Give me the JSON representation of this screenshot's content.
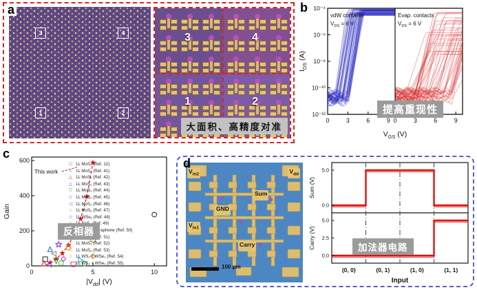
{
  "panels": {
    "a": {
      "letter": "a",
      "array_regions": [
        "3",
        "4",
        "1",
        "2"
      ],
      "zoom_regions": [
        "3",
        "4",
        "1",
        "2"
      ],
      "caption": "大面积、高精度对准"
    },
    "b": {
      "letter": "b",
      "overlay": "提高重现性"
    },
    "c": {
      "letter": "c",
      "overlay": "反相器"
    },
    "d": {
      "letter": "d",
      "overlay": "加法器电路",
      "chip": {
        "labels": [
          {
            "base": "V",
            "sub": "in2"
          },
          {
            "base": "V",
            "sub": "dd"
          },
          {
            "base": "Sum",
            "sub": ""
          },
          {
            "base": "GND",
            "sub": ""
          },
          {
            "base": "V",
            "sub": "in1"
          },
          {
            "base": "Carry",
            "sub": ""
          }
        ],
        "scale_bar": "100 μm"
      }
    }
  },
  "chart_data": [
    {
      "id": "transfer-characteristics",
      "type": "line",
      "xlabel": {
        "base": "V",
        "sub": "GS",
        "rest": " (V)"
      },
      "ylabel": {
        "base": "I",
        "sub": "DS",
        "rest": " (A)"
      },
      "x_range": [
        0,
        10
      ],
      "y_log_range": [
        -12,
        -4
      ],
      "ytick_exponents": [
        -4,
        -6,
        -8,
        -10,
        -12
      ],
      "ytick_labels": [
        "10⁻⁴",
        "10⁻⁶",
        "10⁻⁸",
        "10⁻¹⁰",
        "10⁻¹²"
      ],
      "curves_note": "Dense families of overlapping MoS2 transistor transfer curves; vdW contacts are tightly clustered (high reproducibility), evaporated contacts widely spread",
      "subpanels": [
        {
          "title": "vdW contacts",
          "annotation": {
            "base": "V",
            "sub": "DS",
            "rest": " = 6 V"
          },
          "color": "#1f1fbe",
          "xticks": [
            0,
            3,
            6,
            9
          ],
          "num_curves": 50,
          "vth_min": 1.0,
          "vth_max": 3.4,
          "slope_min": 2.6,
          "slope_max": 3.8,
          "on_min": -4.55,
          "on_max": -4.05,
          "off_min": -11.2,
          "off_max": -10.3
        },
        {
          "title": "Evap. contacts",
          "annotation": {
            "base": "V",
            "sub": "DS",
            "rest": " = 6 V"
          },
          "color": "#d93030",
          "xticks": [
            0,
            3,
            6,
            9
          ],
          "num_curves": 48,
          "vth_min": 1.6,
          "vth_max": 8.6,
          "slope_min": 0.9,
          "slope_max": 2.5,
          "on_min": -7.5,
          "on_max": -4.1,
          "off_min": -11.2,
          "off_max": -10.2
        }
      ]
    },
    {
      "id": "inverter-gain-comparison",
      "type": "scatter",
      "xlabel": {
        "base": "|V",
        "sub": "dd",
        "rest": "| (V)"
      },
      "ylabel": "Gain",
      "xlim": [
        0,
        11
      ],
      "xticks": [
        0,
        5,
        10
      ],
      "ylim": [
        0,
        600
      ],
      "yticks": [
        0,
        200,
        400,
        600
      ],
      "this_work": {
        "label": "This work",
        "color": "#e01020",
        "marker": "star",
        "points": [
          [
            1.5,
            18
          ],
          [
            2,
            40
          ],
          [
            2.5,
            72
          ],
          [
            3,
            118
          ],
          [
            3.5,
            185
          ],
          [
            4,
            268
          ],
          [
            4.5,
            395
          ],
          [
            5,
            588
          ]
        ]
      },
      "references": [
        {
          "label": "1L MoS₂ (Ref. 12)",
          "marker": "square",
          "color": "#333333",
          "point": [
            1.1,
            38
          ]
        },
        {
          "label": "1L MoS₂ (Ref. 41)",
          "marker": "circle",
          "color": "#333333",
          "point": [
            10,
            292
          ]
        },
        {
          "label": "1L MoS₂ (Ref. 42)",
          "marker": "triangle-up",
          "color": "#e03030",
          "point": [
            1.0,
            14
          ]
        },
        {
          "label": "1L MoS₂ (Ref. 43)",
          "marker": "triangle-up",
          "color": "#2b6fd4",
          "point": [
            1.5,
            95
          ]
        },
        {
          "label": "1L MoS₂ (Ref. 44)",
          "marker": "triangle-down",
          "color": "#2ca02c",
          "point": [
            2.0,
            27
          ]
        },
        {
          "label": "1L MoS₂ (Ref. 45)",
          "marker": "diamond",
          "color": "#cc3fcc",
          "point": [
            2.6,
            40
          ]
        },
        {
          "label": "1L MoS₂ (Ref. 46)",
          "marker": "triangle-left",
          "color": "#7a52c7",
          "point": [
            1.4,
            8
          ]
        },
        {
          "label": "1L MoS₂ (Ref. 47)",
          "marker": "circle",
          "color": "#e08a00",
          "point": [
            3.0,
            104
          ]
        },
        {
          "label": "1L WSe₂ (Ref. 48)",
          "marker": "star",
          "color": "#8a2be2",
          "point": [
            2.2,
            122
          ]
        },
        {
          "label": "1L SnS₂ (Ref. 49)",
          "marker": "diamond",
          "color": "#b8860b",
          "point": [
            5.0,
            55
          ]
        },
        {
          "label": "1L MoS₂ + graphene (Ref. 50)",
          "marker": "triangle-left",
          "color": "#8c8c8c",
          "point": [
            1.8,
            70
          ]
        },
        {
          "label": "1L MoS₂ (Ref. 51)",
          "marker": "triangle-right",
          "color": "#2ab5c9",
          "point": [
            4.0,
            33
          ]
        },
        {
          "label": "1L MoS₂ (Ref. 52)",
          "marker": "circle",
          "color": "#57c757",
          "point": [
            2.4,
            16
          ]
        },
        {
          "label": "1L MoS₂ (Ref. 53)",
          "marker": "square",
          "color": "#e06a9a",
          "point": [
            3.4,
            9
          ]
        },
        {
          "label": "1L WS₂ + WSe₂ (Ref. 54)",
          "marker": "circle",
          "color": "#7f7f00",
          "point": [
            5.0,
            148
          ]
        },
        {
          "label": "1L WS₂ + WSe₂ (Ref. 55)",
          "marker": "circle",
          "color": "#2fa52f",
          "point": [
            4.3,
            13
          ]
        }
      ]
    },
    {
      "id": "half-adder-input-output",
      "type": "step",
      "xlabel": "Input",
      "categories": [
        "(0, 0)",
        "(0, 1)",
        "(1, 0)",
        "(1, 1)"
      ],
      "ymax": 5,
      "color": "#e01010",
      "series": [
        {
          "name": "Sum (V)",
          "values": [
            0,
            5,
            5,
            0
          ],
          "ytick_values": [
            5,
            0
          ]
        },
        {
          "name": "Carry (V)",
          "values": [
            0,
            0,
            0,
            5
          ],
          "ytick_values": [
            5,
            2.5,
            0
          ]
        }
      ]
    }
  ]
}
